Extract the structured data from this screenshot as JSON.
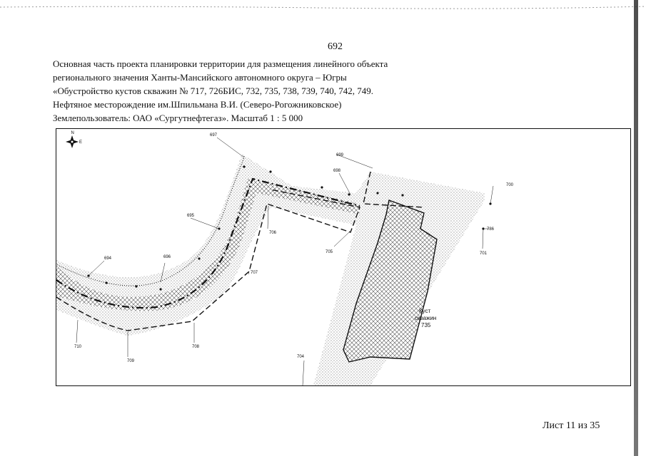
{
  "page": {
    "number": "692",
    "footer": "Лист 11 из 35"
  },
  "header": {
    "lines": [
      "Основная часть проекта планировки территории для размещения линейного объекта",
      "регионального значения Ханты-Мансийского автономного округа – Югры",
      "«Обустройство кустов скважин № 717, 726БИС, 732, 735, 738, 739, 740, 742, 749.",
      "Нефтяное месторождение им.Шпильмана В.И. (Северо-Рогожниковское)",
      "Землепользователь: ОАО «Сургутнефтегаз». Масштаб 1 : 5 000"
    ]
  },
  "map": {
    "compass": "north-arrow-icon",
    "well_pad_label": [
      "Куст",
      "скважин",
      "735"
    ],
    "points": [
      {
        "id": "697"
      },
      {
        "id": "699"
      },
      {
        "id": "698"
      },
      {
        "id": "700"
      },
      {
        "id": "695"
      },
      {
        "id": "706"
      },
      {
        "id": "705"
      },
      {
        "id": "786"
      },
      {
        "id": "701"
      },
      {
        "id": "694"
      },
      {
        "id": "696"
      },
      {
        "id": "707"
      },
      {
        "id": "710"
      },
      {
        "id": "709"
      },
      {
        "id": "708"
      },
      {
        "id": "704"
      }
    ]
  }
}
